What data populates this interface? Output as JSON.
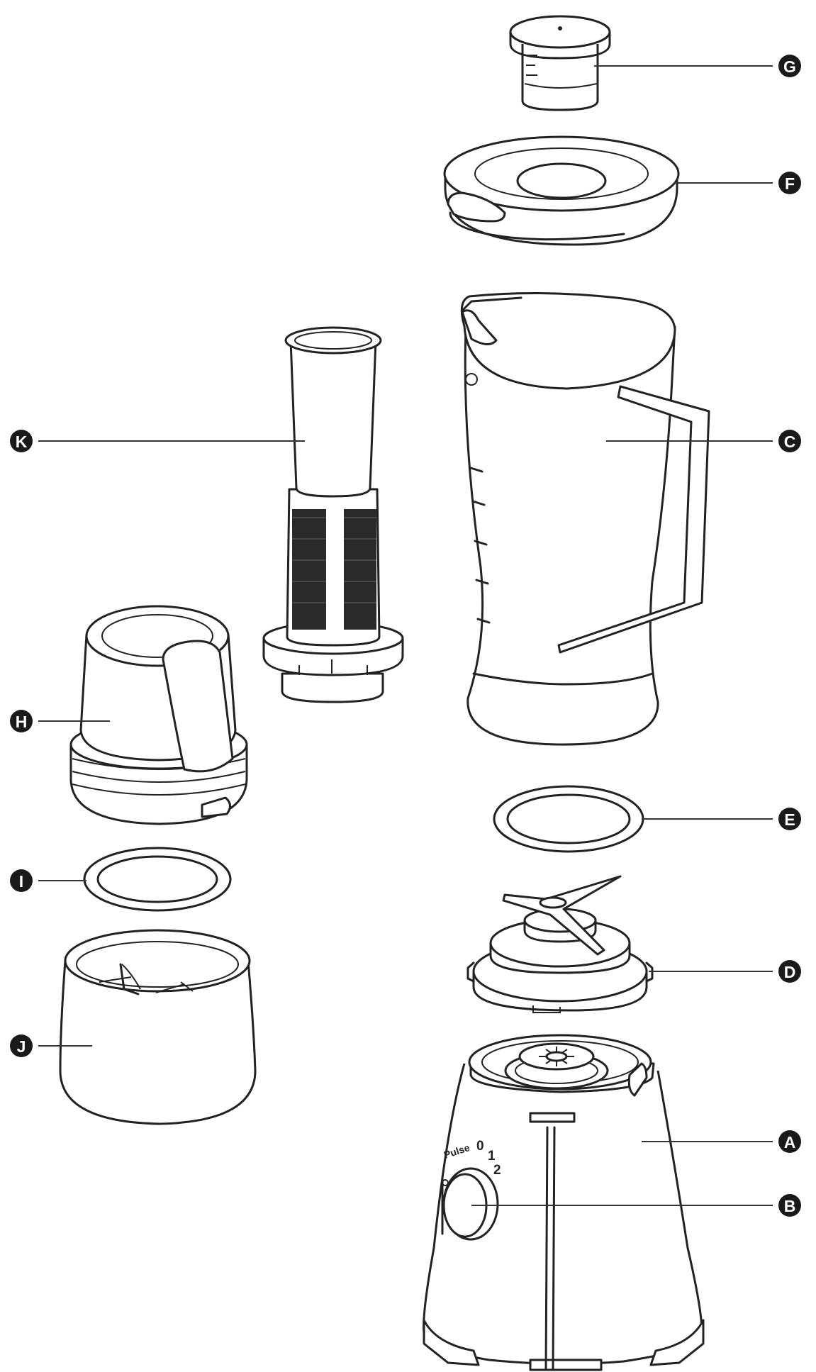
{
  "labels": {
    "A": "A",
    "B": "B",
    "C": "C",
    "D": "D",
    "E": "E",
    "F": "F",
    "G": "G",
    "H": "H",
    "I": "I",
    "J": "J",
    "K": "K"
  },
  "dial": {
    "pulse": "Pulse",
    "zero": "0",
    "one": "1",
    "two": "2"
  },
  "colors": {
    "line": "#222222",
    "badge": "#1a1a1a",
    "background": "#ffffff"
  }
}
